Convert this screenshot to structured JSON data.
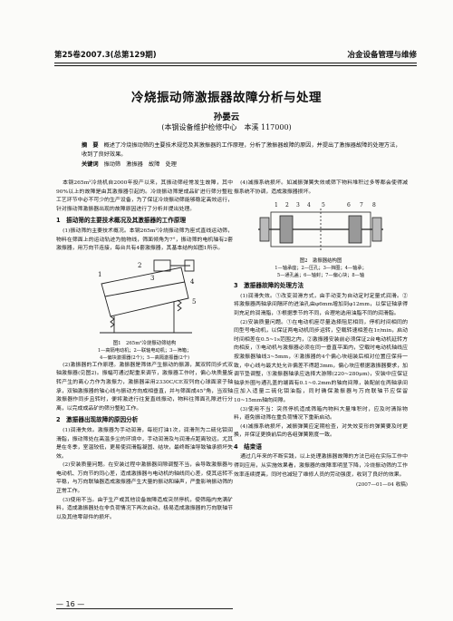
{
  "header": {
    "issue": "第25卷2007.3(总第129期)",
    "journal": "冶金设备管理与维修"
  },
  "title": "冷烧振动筛激振器故障分析与处理",
  "author": "孙晏云",
  "affiliation": "(本钢设备维护检修中心　本溪 117000)",
  "abstract": {
    "label": "摘　要",
    "text": "概述了冷烧振动筛的主要技术规范及其激振器的工作原理，分析了激振器故障的原因，并提出了激振器故障的处理方法，收到了良好效果。",
    "kw_label": "关键词",
    "keywords": "振动筛　激振器　故障　处理"
  },
  "left": {
    "intro": "本钢265m²冷烧机自2000年投产以来，其振动筛经常发生故障，其中90%以上的故障是由其激振器引起的。冷烧振动筛是成品矿进行筛分整粒工艺环节中必不可少的生产设备，为了保证冷烧振动筛能够稳定高效运行，针对振动筛激振器出现的故障原因进行了分析并提出处理。",
    "s1_title": "1　振动筛的主要技术概况及其激振器的工作原理",
    "s1_p1": "(1)振动筛的主要技术概况。本钢265m²冷烧振动筛为座式直线运动筛，物料在筛面上的运动轨迹为抛物线，筛面倾角为7°，振动筛的电机轴有2套激振器，用万向节连接，每台共有4套激振器，其基本结构如图1所示。",
    "fig1_caption": "图1　265m²冷烧振动筛结构",
    "fig1_legend1": "1—高隔电动机；2—联轴电动机；3—筛箱；",
    "fig1_legend2": "4—偏块激振器(2个)；5—高隔激振器(2个)",
    "s1_p2": "(2)激振器的工作原理。激振器是筛体产生振动的振源，属双转同步式双轴激振器(见图2)。振幅可通过配重来调节，激振器工作时，偏心块质量旋转产生的离心力作为激振力，激振器采用2330C/CE双列向心球面滚子轴承，双轴激振器的轴心线与振动方向成相垂直，并与筛面成45°角，当双轴激振器作同步且转时，便将激进行往复直线振动，物料往筛面孔隙进行分离，以完成成品矿的筛分整粒工作。",
    "s2_title": "2　激振器出现故障的原因分析",
    "s2_p1": "(1)润滑失效。激振器为手动润滑，每班打油1次，润滑剂为二硫化钼润滑脂，振动筛处在高温多尘的环境中，手动润滑及与润滑点距离较远，尤其是在冬季，室温较低，更易使润滑脂凝固、结块，最终断油导致轴承损坏失效。",
    "s2_p2": "(2)安装质量问题。在安装过程中激振器间隙调整不当，会导致激振器与电动机、万向节的同心差，造成激振器与电动机的轴线同心差，使其运转不平稳，与万向联轴器造成激振器产生大量的振动和噪声，严重影响振动筛的正常工作。",
    "s2_p3": "(3)使用不当。由于生产或其他设备故障造成突然停机，使筛箱内充满矿料，造成激振器处在非负荷情况下再次启动，极易造成激振器的万向联轴节以及其他零部件的损坏。"
  },
  "right": {
    "s2_p4": "(4)减振系统损坏。如减振弹簧失效或筛下物料堆积过多等都会使得减振系统不协调，造成激振器损坏。",
    "fig2_caption": "图2　激振器结构图",
    "fig2_legend1": "1—轴承座；2—压孔；3—挡圈；4—轴承；",
    "fig2_legend2": "5—通孔盖；6—轴封；7—偏心块；8—轴",
    "fig2_labels": [
      "1",
      "2",
      "3",
      "4",
      "5",
      "6",
      "7",
      "8"
    ],
    "s3_title": "3　激振器故障的处理方法",
    "s3_p1": "(1)润滑失效。①改变润滑方式，由手动变为自动定时定量式润滑。②将激振器两轴承间隔环的进油孔由φ6mm增加到φ12mm，以保证轴承得到充足的润滑脂，③根据季节的不同，合理地选用油脂不同的润滑脂。",
    "s3_p2": "(2)安装质量问题。①在电动机座尽量选择阻尼相同，停机时间相同的同型号电动机，以保证两电动机同步运转，空载转速相差在1r/min，启动时间相差在0.5~1s范围之内，②激振器安装前必须保证2台电动机延转方向相反，③电动机与激振器必须在同一垂直平面内，空载时电动机轴线应按激振器轴线3~5mm，④激振器的4个偏心块组装后相对位置应保持一致，中心线与最大处允许偏差不得超3mm，偏心块应根据激振器要求，加调节垫调整，⑤激振器轴承应选择大游隙(220~280μm)，安装中应保证轴承外圈与通孔盖的端面有0.1~0.2mm的轴向间隙，装配前在两轴承间应加入适量二硫化钼油脂，同时确保激振器与万向联轴节应保留10~15mm轴向间隙。",
    "s3_p3": "(3)使用不当：突然停机造成筛箱内物料大量堆积时，应及时清除物料，避免振动筛在重负荷情况下重新启动。",
    "s3_p4": "(4)减振系统损坏，减振弹簧应定期检查，对失效变形的弹簧要及时更换，并保证更换前后的各组弹簧刚度一致。",
    "s4_title": "4　结束语",
    "s4_p1": "通过几年来的不断实践，以上处理激振器故障的方法已经在实际工作中得到应用，从实施效果看，激振器的故障率明显下降，冷烧振动筛的工作效率连续提高，同时也减轻了维修人员的劳动强度，收到了良好的效果。",
    "received": "(2007—01—04 收稿)"
  },
  "footer": {
    "page": "— 16 —"
  }
}
